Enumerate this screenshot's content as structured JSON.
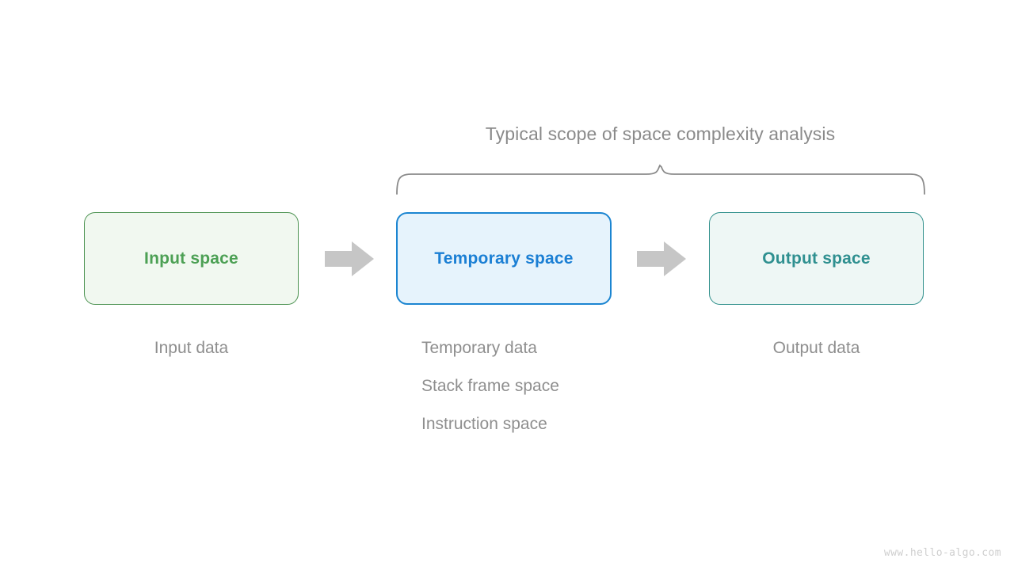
{
  "diagram": {
    "scope_title": "Typical scope of space complexity analysis",
    "boxes": [
      {
        "id": "input",
        "label": "Input space",
        "fill": "#f1f8f0",
        "border": "#4d9352",
        "text": "#4ca054"
      },
      {
        "id": "temp",
        "label": "Temporary space",
        "fill": "#e6f3fc",
        "border": "#1b85d1",
        "text": "#1b7fd4"
      },
      {
        "id": "output",
        "label": "Output space",
        "fill": "#eef7f5",
        "border": "#2f8f8b",
        "text": "#2f9090"
      }
    ],
    "arrows": [
      {
        "id": "arrow-1",
        "from": "input",
        "to": "temp",
        "color": "#c6c6c6"
      },
      {
        "id": "arrow-2",
        "from": "temp",
        "to": "output",
        "color": "#c6c6c6"
      }
    ],
    "captions": {
      "input": [
        "Input data"
      ],
      "temporary": [
        "Temporary data",
        "Stack frame space",
        "Instruction space"
      ],
      "output": [
        "Output data"
      ]
    },
    "brace": {
      "color": "#8a8a8a",
      "spans": [
        "temp",
        "output"
      ]
    },
    "text_color": "#8e8e8e"
  },
  "watermark": "www.hello-algo.com"
}
